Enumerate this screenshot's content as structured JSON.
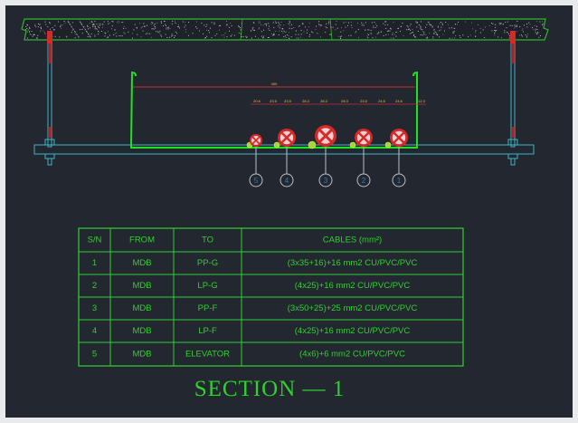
{
  "drawing": {
    "title": "SECTION  —  1",
    "overall_dimension": "400",
    "spacing_dimensions": [
      "20.6",
      "23.5",
      "23.5",
      "28.3",
      "28.3",
      "28.3",
      "23.5",
      "24.6",
      "24.6",
      "12.3"
    ],
    "cable_tags": [
      "5",
      "4",
      "3",
      "2",
      "1"
    ],
    "colors": {
      "tray": "#22e022",
      "rod": "#3fb4c4",
      "anchor": "#d42a2a",
      "cable": "#d42a2a",
      "dimension": "#c0313a",
      "text": "#2fd12f"
    }
  },
  "table": {
    "headers": [
      "S/N",
      "FROM",
      "TO",
      "CABLES (mm²)"
    ],
    "rows": [
      [
        "1",
        "MDB",
        "PP-G",
        "(3x35+16)+16 mm2 CU/PVC/PVC"
      ],
      [
        "2",
        "MDB",
        "LP-G",
        "(4x25)+16 mm2 CU/PVC/PVC"
      ],
      [
        "3",
        "MDB",
        "PP-F",
        "(3x50+25)+25 mm2 CU/PVC/PVC"
      ],
      [
        "4",
        "MDB",
        "LP-F",
        "(4x25)+16 mm2 CU/PVC/PVC"
      ],
      [
        "5",
        "MDB",
        "ELEVATOR",
        "(4x6)+6 mm2 CU/PVC/PVC"
      ]
    ]
  }
}
